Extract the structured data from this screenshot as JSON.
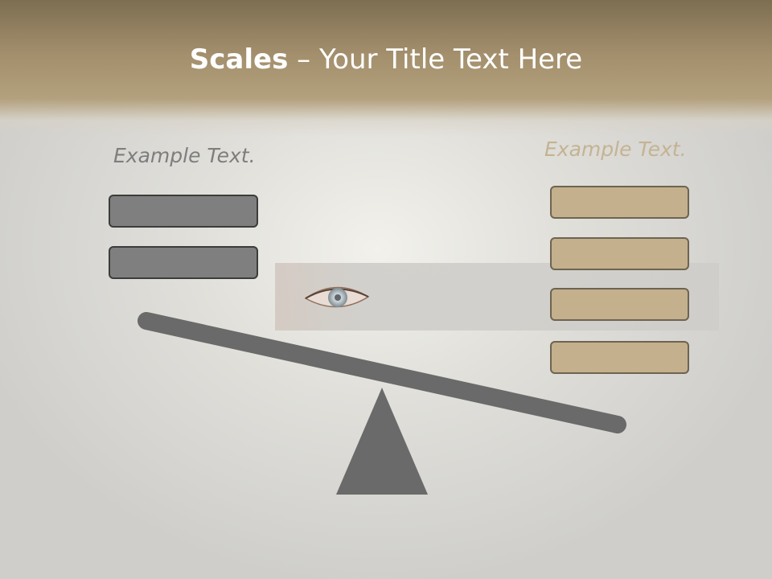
{
  "title": {
    "bold": "Scales",
    "rest": " – Your Title Text Here"
  },
  "left_label": "Example Text.",
  "right_label": "Example Text.",
  "left_bars": 2,
  "right_bars": 4,
  "colors": {
    "header": "#a38f6c",
    "left_bar": "#7f7f7f",
    "right_bar": "#c4b08c",
    "seesaw": "#6a6a6a"
  },
  "icons": [
    "eye-image",
    "seesaw-beam",
    "seesaw-fulcrum"
  ]
}
